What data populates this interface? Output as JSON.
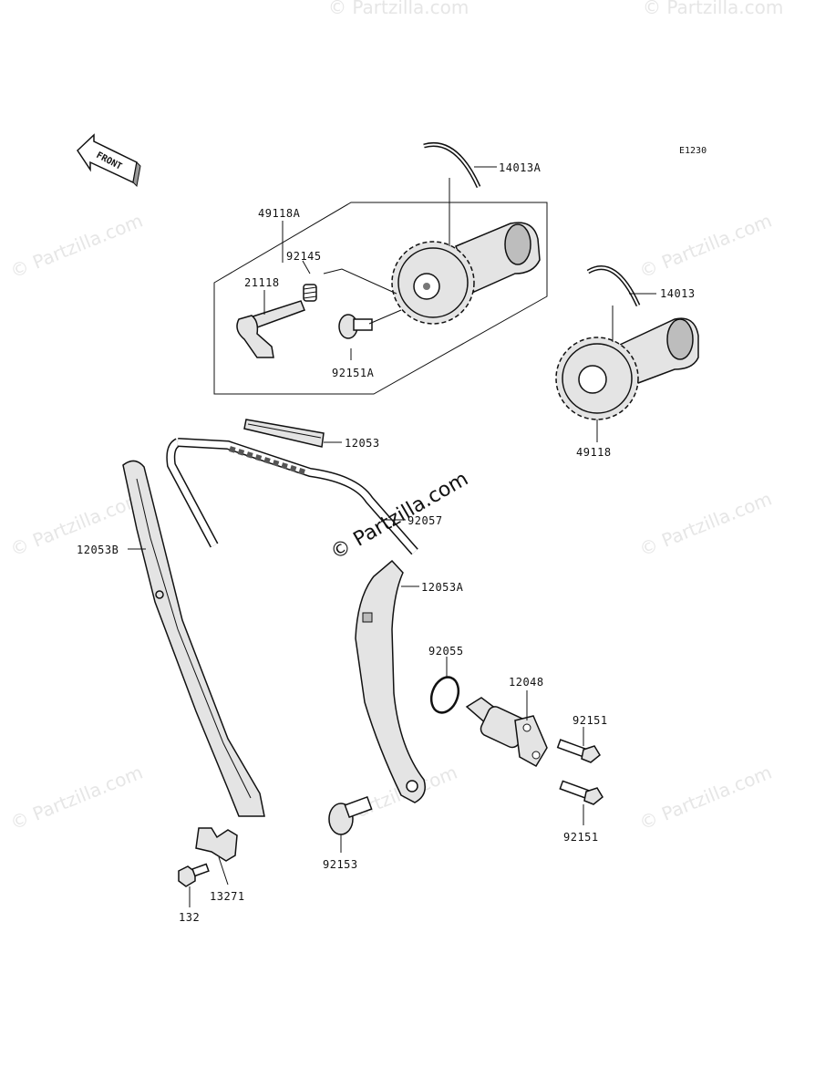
{
  "diagram_code": "E1230",
  "front_label": "FRONT",
  "watermark": "© Partzilla.com",
  "parts": {
    "p14013A": "14013A",
    "p49118A": "49118A",
    "p92145": "92145",
    "p21118": "21118",
    "p92151A": "92151A",
    "p14013": "14013",
    "p49118": "49118",
    "p12053": "12053",
    "p92057": "92057",
    "p12053B": "12053B",
    "p12053A": "12053A",
    "p92055": "92055",
    "p12048": "12048",
    "p92151_top": "92151",
    "p92151_bottom": "92151",
    "p92153": "92153",
    "p13271": "13271",
    "p132": "132"
  }
}
